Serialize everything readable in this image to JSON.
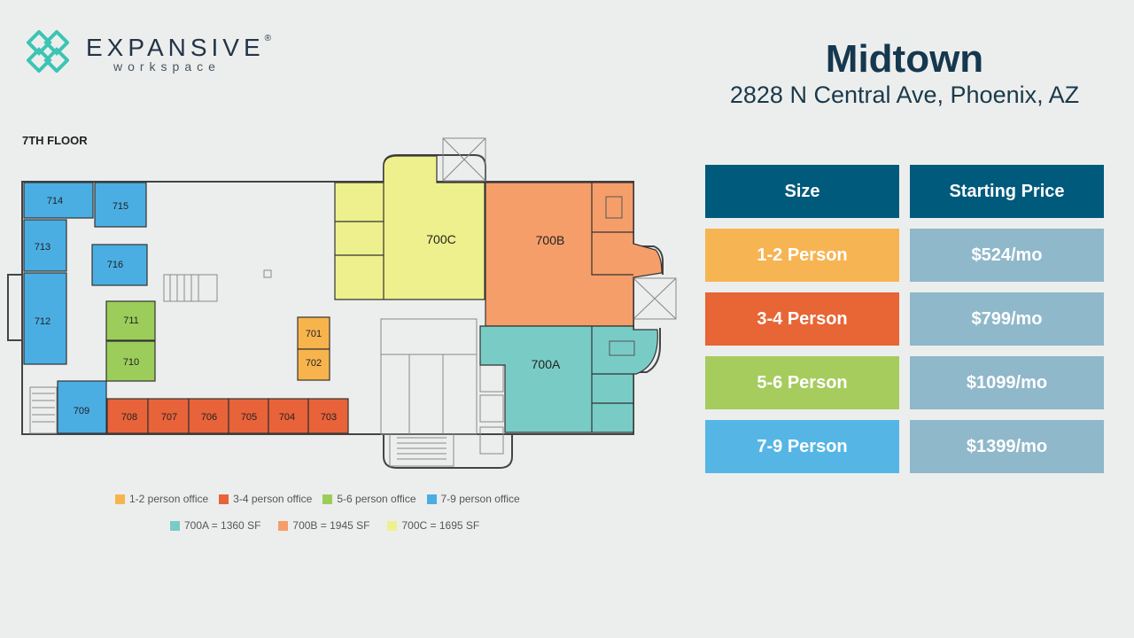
{
  "logo": {
    "name": "EXPANSIVE",
    "reg": "®",
    "sub": "workspace"
  },
  "title": "Midtown",
  "address": "2828 N Central Ave, Phoenix, AZ",
  "floor_label": "7TH FLOOR",
  "rooms": {
    "r714": "714",
    "r715": "715",
    "r713": "713",
    "r716": "716",
    "r712": "712",
    "r711": "711",
    "r710": "710",
    "r709": "709",
    "r708": "708",
    "r707": "707",
    "r706": "706",
    "r705": "705",
    "r704": "704",
    "r703": "703",
    "r701": "701",
    "r702": "702",
    "r700a": "700A",
    "r700b": "700B",
    "r700c": "700C"
  },
  "legend": {
    "items": [
      {
        "label": "1-2 person office",
        "color": "#f7b44d"
      },
      {
        "label": "3-4 person office",
        "color": "#e8623a"
      },
      {
        "label": "5-6 person office",
        "color": "#9ccd5a"
      },
      {
        "label": "7-9 person office",
        "color": "#4aaee3"
      }
    ],
    "suites": [
      {
        "label": "700A = 1360 SF",
        "color": "#79ccc6"
      },
      {
        "label": "700B = 1945 SF",
        "color": "#f69e6a"
      },
      {
        "label": "700C = 1695 SF",
        "color": "#eef08d"
      }
    ]
  },
  "pricing": {
    "header_size": "Size",
    "header_price": "Starting Price",
    "rows": [
      {
        "size": "1-2 Person",
        "price": "$524/mo",
        "color": "#f7b452"
      },
      {
        "size": "3-4 Person",
        "price": "$799/mo",
        "color": "#e86535"
      },
      {
        "size": "5-6 Person",
        "price": "$1099/mo",
        "color": "#a6cc5e"
      },
      {
        "size": "7-9 Person",
        "price": "$1399/mo",
        "color": "#55b6e6"
      }
    ],
    "header_color": "#005a7c",
    "price_color": "#8fb8ca"
  }
}
